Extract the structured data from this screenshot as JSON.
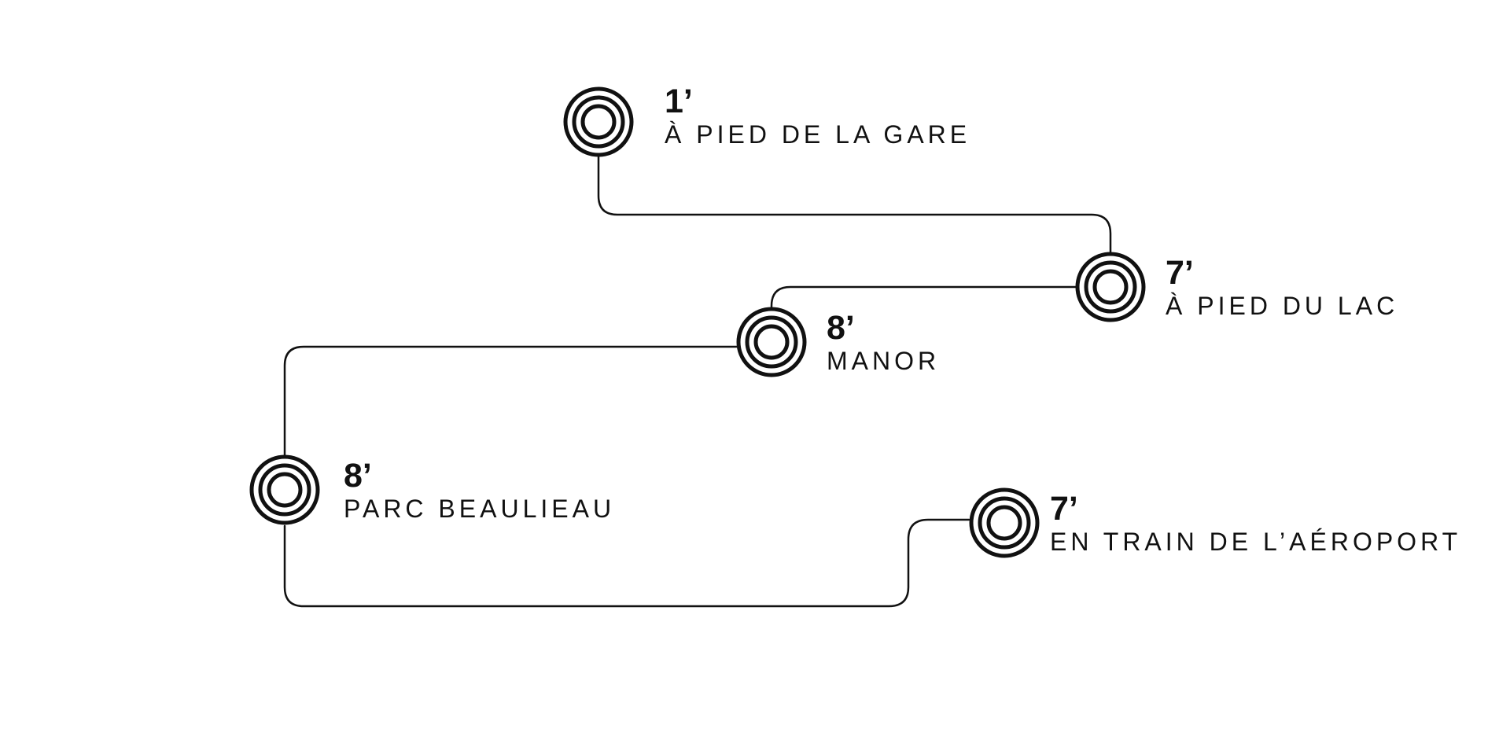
{
  "stops": [
    {
      "id": "gare",
      "minutes": "1’",
      "name": "À PIED DE LA GARE"
    },
    {
      "id": "lac",
      "minutes": "7’",
      "name": "À PIED DU LAC"
    },
    {
      "id": "manor",
      "minutes": "8’",
      "name": "MANOR"
    },
    {
      "id": "beaulieu",
      "minutes": "8’",
      "name": "PARC BEAULIEAU"
    },
    {
      "id": "aeroport",
      "minutes": "7’",
      "name": "EN TRAIN DE L’AÉROPORT"
    }
  ],
  "colors": {
    "line": "#111111",
    "background": "#ffffff"
  },
  "icons": {
    "stop_marker": "concentric-rings-icon"
  }
}
